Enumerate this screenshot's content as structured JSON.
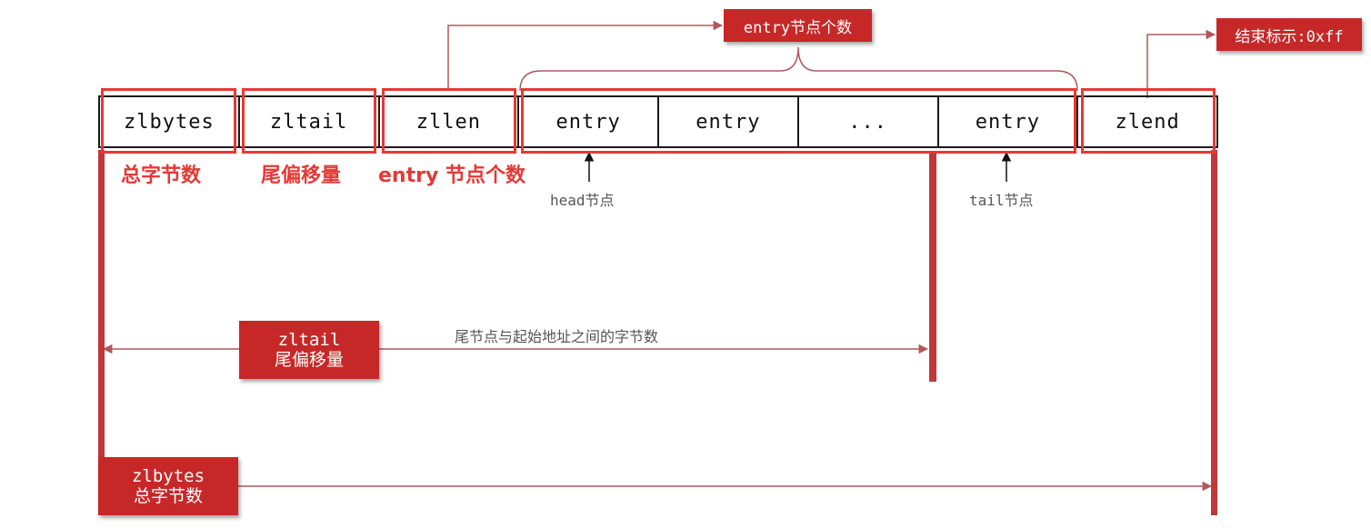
{
  "cells": [
    "zlbytes",
    "zltail",
    "zllen",
    "entry",
    "entry",
    "...",
    "entry",
    "zlend"
  ],
  "captions": {
    "zlbytes": "总字节数",
    "zltail": "尾偏移量",
    "zllen": "entry 节点个数"
  },
  "callouts": {
    "entry_count": "entry节点个数",
    "end_marker": "结束标示:0xff",
    "zltail_title": "zltail",
    "zltail_sub": "尾偏移量",
    "zlbytes_title": "zlbytes",
    "zlbytes_sub": "总字节数"
  },
  "labels": {
    "head": "head节点",
    "tail": "tail节点",
    "tail_offset_desc": "尾节点与起始地址之间的字节数"
  },
  "colors": {
    "highlight": "#e53935",
    "callout_bg": "#c62828",
    "connector": "#b0585a"
  }
}
